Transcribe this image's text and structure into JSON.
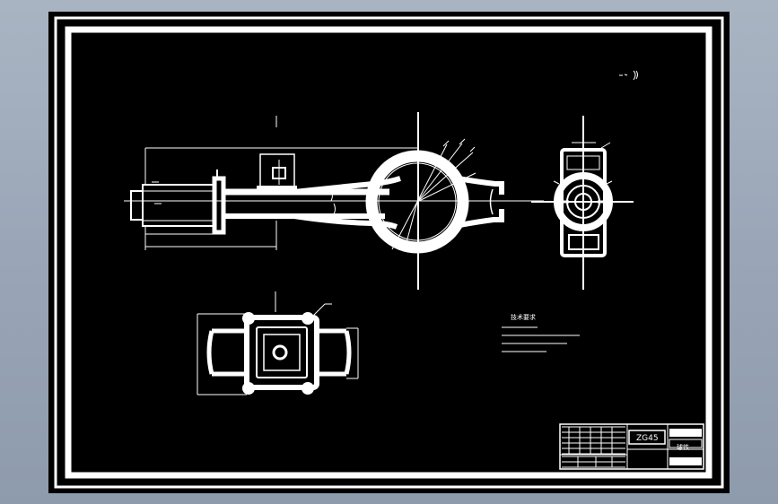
{
  "title_block": {
    "material": "ZG45",
    "part_name": "",
    "label": "球铁"
  },
  "technical_requirements": {
    "heading": "技术要求",
    "lines": [
      "",
      "",
      "",
      ""
    ]
  },
  "colors": {
    "background": "#000000",
    "lines": "#ffffff",
    "frame_outer": "#9aa6b7"
  }
}
